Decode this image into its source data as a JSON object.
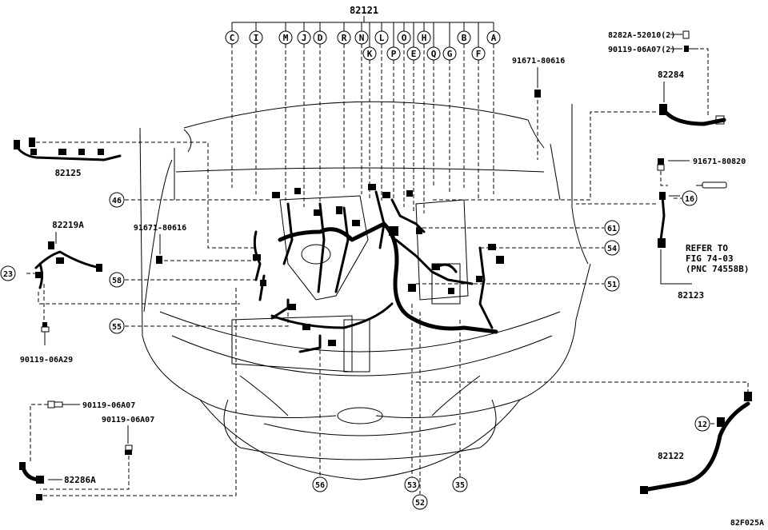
{
  "figure_code": "82F025A",
  "main_harness_part": "82121",
  "top_letters": [
    {
      "t": "C",
      "row": 1
    },
    {
      "t": "I",
      "row": 1
    },
    {
      "t": "M",
      "row": 1
    },
    {
      "t": "J",
      "row": 1
    },
    {
      "t": "D",
      "row": 1
    },
    {
      "t": "R",
      "row": 1
    },
    {
      "t": "N",
      "row": 1
    },
    {
      "t": "L",
      "row": 1
    },
    {
      "t": "O",
      "row": 1
    },
    {
      "t": "H",
      "row": 1
    },
    {
      "t": "B",
      "row": 1
    },
    {
      "t": "A",
      "row": 1
    },
    {
      "t": "K",
      "row": 2
    },
    {
      "t": "P",
      "row": 2
    },
    {
      "t": "E",
      "row": 2
    },
    {
      "t": "Q",
      "row": 2
    },
    {
      "t": "G",
      "row": 2
    },
    {
      "t": "F",
      "row": 2
    }
  ],
  "parts": {
    "p82125": "82125",
    "p82219A": "82219A",
    "p82284": "82284",
    "p82123": "82123",
    "p82122": "82122",
    "p82286A": "82286A",
    "bolt_91671_80616_top": "91671-80616",
    "bolt_91671_80616_left": "91671-80616",
    "bolt_91671_80820": "91671-80820",
    "nut_8282A": "8282A-52010(2)",
    "bolt_90119_06A07_2": "90119-06A07(2)",
    "bolt_90119_06A29": "90119-06A29",
    "bolt_90119_06A07_a": "90119-06A07",
    "bolt_90119_06A07_b": "90119-06A07"
  },
  "refer": {
    "line1": "REFER TO",
    "line2": "FIG 74-03",
    "line3": "(PNC 74558B)"
  },
  "callouts": {
    "c46": "46",
    "c58": "58",
    "c55": "55",
    "c23": "23",
    "c61": "61",
    "c54": "54",
    "c51": "51",
    "c16": "16",
    "c12": "12",
    "c56": "56",
    "c53": "53",
    "c52": "52",
    "c35": "35"
  }
}
